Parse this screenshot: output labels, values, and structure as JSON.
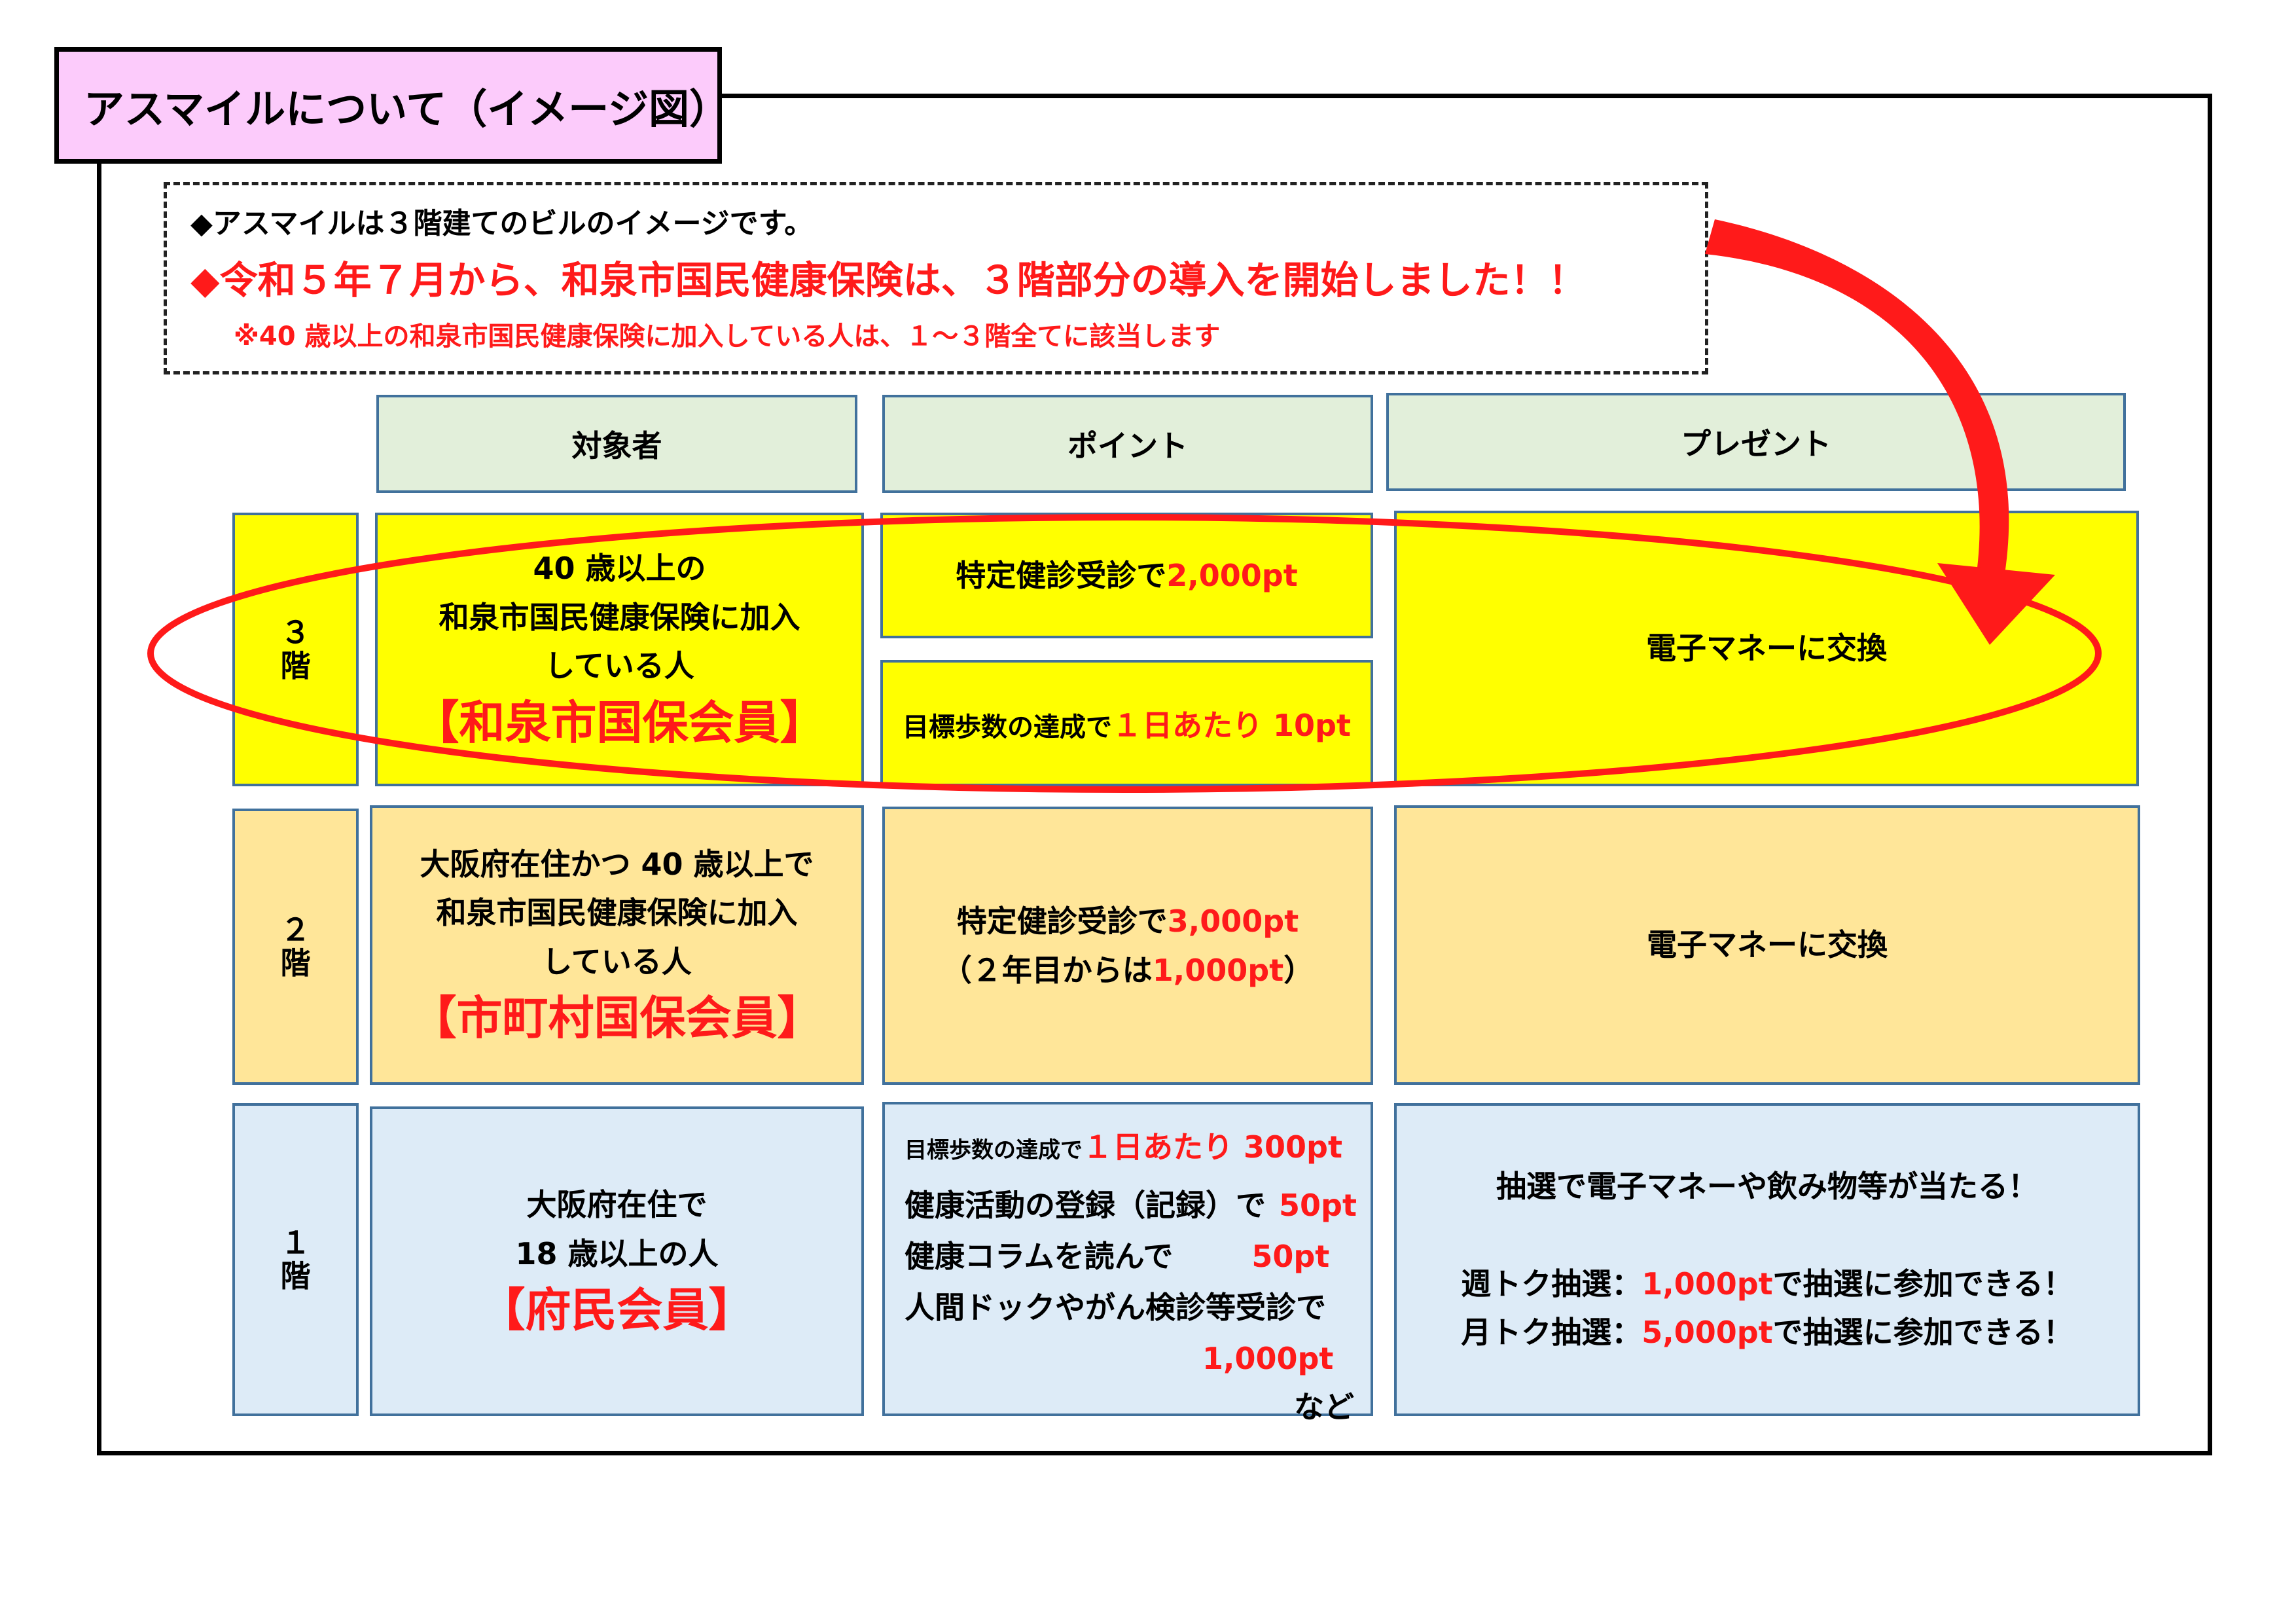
{
  "title": "アスマイルについて（イメージ図）",
  "notice": {
    "line1": "◆アスマイルは３階建てのビルのイメージです。",
    "line2": "◆令和５年７月から、和泉市国民健康保険は、３階部分の導入を開始しました！！",
    "line3": "※40 歳以上の和泉市国民健康保険に加入している人は、１～３階全てに該当します"
  },
  "headers": {
    "target": "対象者",
    "points": "ポイント",
    "present": "プレゼント"
  },
  "floor3": {
    "label_num": "３",
    "label_kai": "階",
    "target_l1": "40 歳以上の",
    "target_l2": "和泉市国民健康保険に加入",
    "target_l3": "している人",
    "target_big": "【和泉市国保会員】",
    "point1_text": "特定健診受診で",
    "point1_value": "2,000pt",
    "point2_text": "目標歩数の達成で",
    "point2_value": "１日あたり 10pt",
    "present": "電子マネーに交換"
  },
  "floor2": {
    "label_num": "２",
    "label_kai": "階",
    "target_l1": "大阪府在住かつ 40 歳以上で",
    "target_l2": "和泉市国民健康保険に加入",
    "target_l3": "している人",
    "target_big": "【市町村国保会員】",
    "point_text": "特定健診受診で",
    "point_value": "3,000pt",
    "point_sub_pre": "（２年目からは",
    "point_sub_value": "1,000pt",
    "point_sub_post": "）",
    "present": "電子マネーに交換"
  },
  "floor1": {
    "label_num": "１",
    "label_kai": "階",
    "target_l1": "大阪府在住で",
    "target_l2": "18 歳以上の人",
    "target_big": "【府民会員】",
    "p1_text": "目標歩数の達成で",
    "p1_value": "１日あたり 300pt",
    "p2_text": "健康活動の登録（記録）で",
    "p2_value": "50pt",
    "p3_text": "健康コラムを読んで",
    "p3_value": "50pt",
    "p4_text": "人間ドックやがん検診等受診で",
    "p4_value": "1,000pt",
    "p5_text": "など",
    "present_l1": "抽選で電子マネーや飲み物等が当たる！",
    "present_l2_pre": "週トク抽選：",
    "present_l2_value": "1,000pt",
    "present_l2_post": "で抽選に参加できる！",
    "present_l3_pre": "月トク抽選：",
    "present_l3_value": "5,000pt",
    "present_l3_post": "で抽選に参加できる！"
  },
  "colors": {
    "accent_red": "#ff1a1a",
    "title_pink": "#fccbfb",
    "floor3_yellow": "#ffff00",
    "floor2_orange": "#ffe699",
    "floor1_blue": "#ddebf7",
    "header_green": "#e2efda",
    "cell_border": "#41719c"
  }
}
